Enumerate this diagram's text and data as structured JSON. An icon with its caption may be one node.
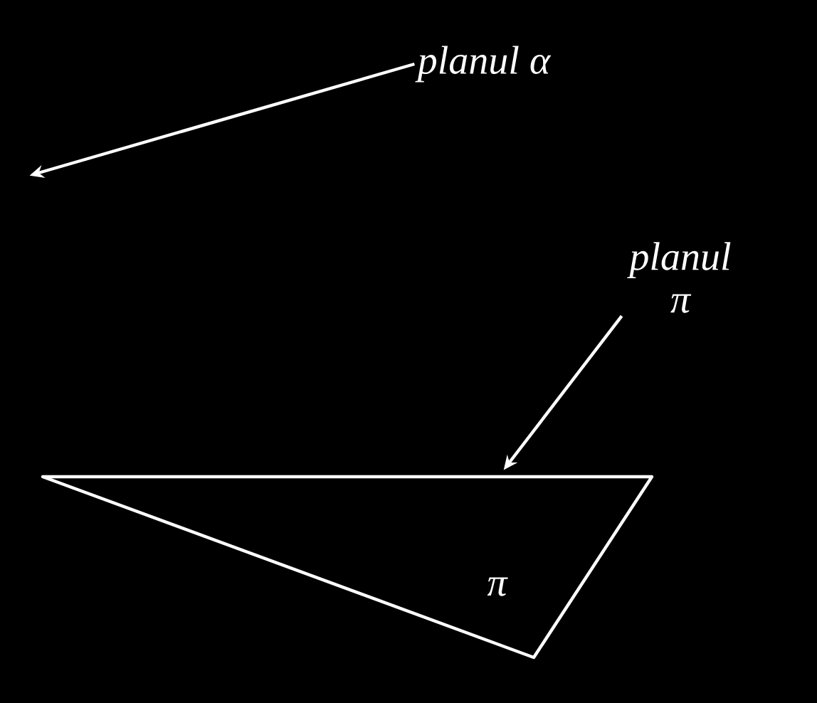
{
  "diagram": {
    "nodes": [
      {
        "text": [
          "planul α"
        ]
      },
      {
        "text": [
          "planul π"
        ]
      },
      {
        "text": [
          "π"
        ]
      }
    ],
    "edges": [
      {
        "from": 0,
        "to": null,
        "arrow": "to"
      },
      {
        "from": 1,
        "to": 2,
        "arrow": "to"
      }
    ]
  }
}
